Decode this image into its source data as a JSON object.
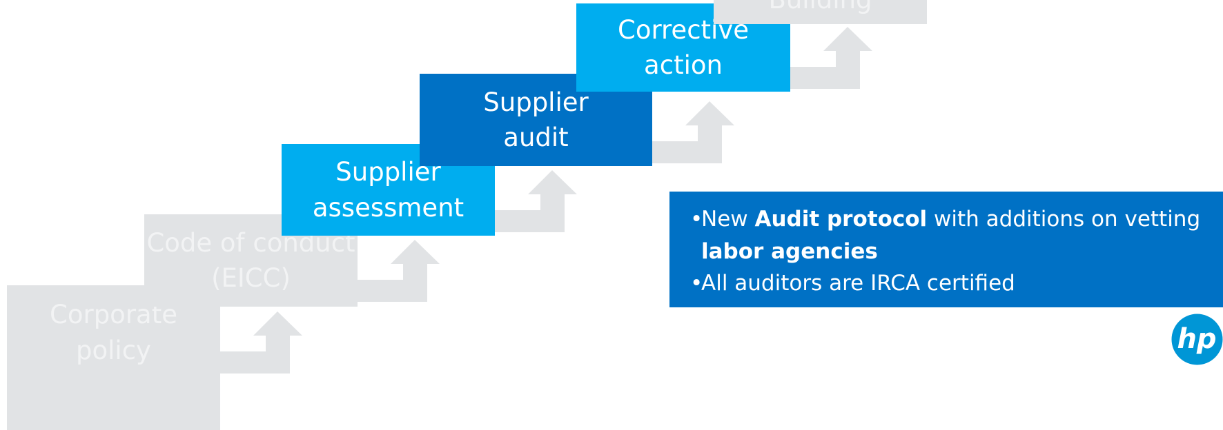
{
  "steps": [
    {
      "label": "Corporate\npolicy",
      "style": "gray"
    },
    {
      "label": "Code of conduct\n(EICC)",
      "style": "gray"
    },
    {
      "label": "Supplier\nassessment",
      "style": "light"
    },
    {
      "label": "Supplier\naudit",
      "style": "dark"
    },
    {
      "label": "Corrective\naction",
      "style": "light"
    },
    {
      "label": "Building",
      "style": "gray"
    }
  ],
  "callout": {
    "bullet1": {
      "t1": "New ",
      "b1": "Audit protocol",
      "t2": " with additions on vetting ",
      "b2": "labor agencies"
    },
    "bullet2": "All auditors are IRCA certified"
  },
  "logo": {
    "text": "hp",
    "color": "#0096d6",
    "icon": "hp-logo-icon"
  },
  "colors": {
    "gray": "#e1e3e5",
    "light": "#00adef",
    "dark": "#0071c5",
    "arrow": "#e1e3e5"
  }
}
